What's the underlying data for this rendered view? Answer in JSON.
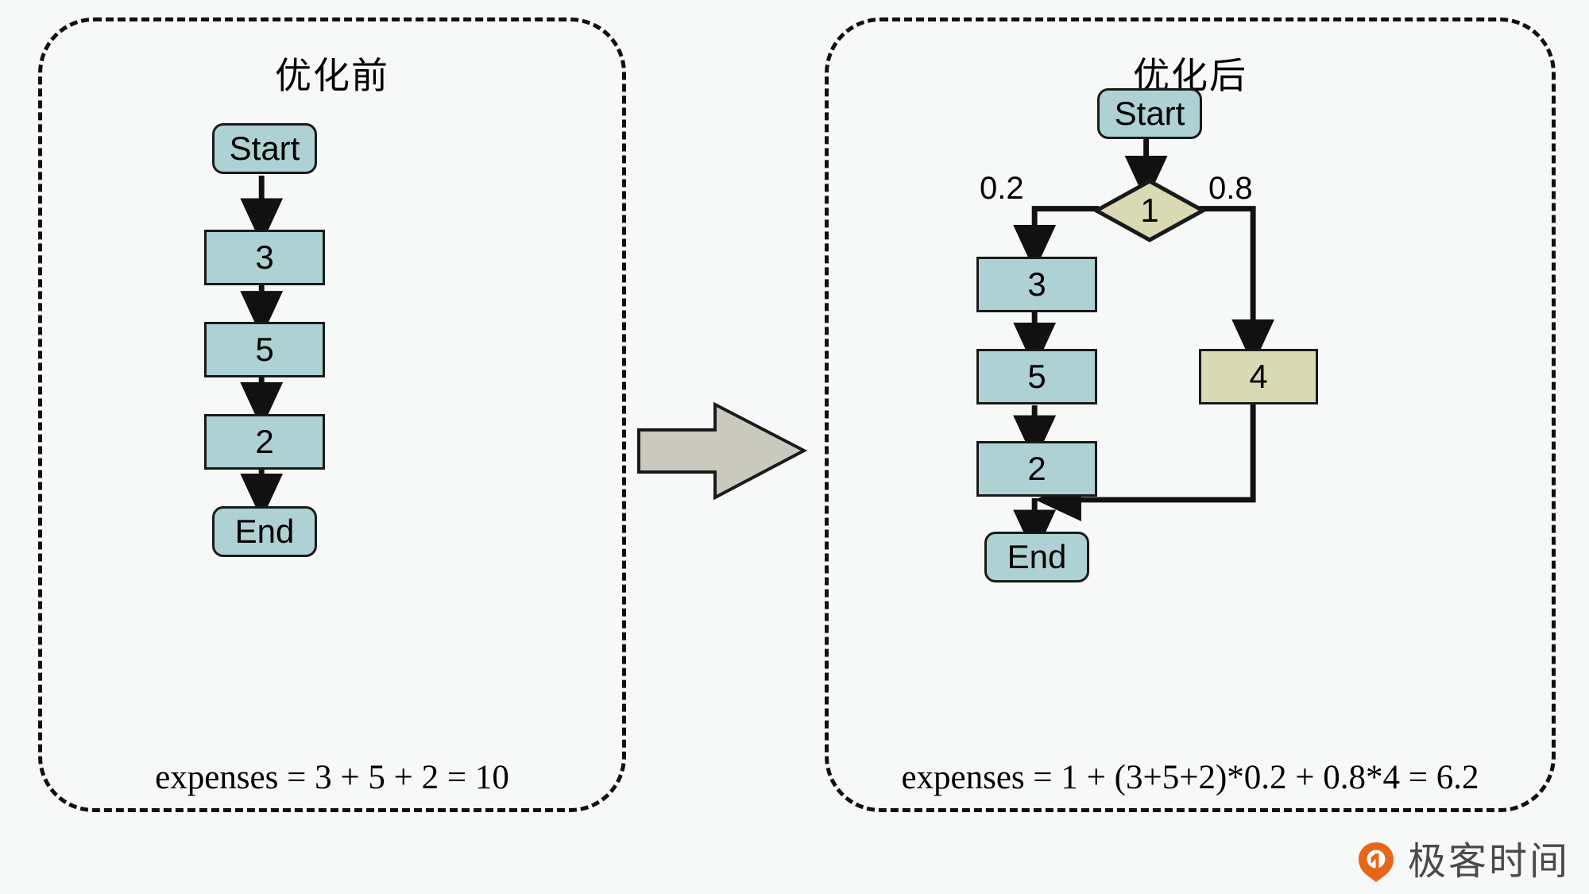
{
  "background_color": "#f7f8f8",
  "colors": {
    "node_teal": "#aed1d4",
    "node_khaki": "#d9d9b3",
    "stroke": "#1a1a1a",
    "transition_arrow": "#c9c9bd",
    "watermark_orange": "#e8661a",
    "watermark_text": "#4a4a4a"
  },
  "panels": {
    "before": {
      "title": "优化前",
      "formula": "expenses = 3 + 5 + 2 = 10",
      "nodes": [
        {
          "id": "start",
          "label": "Start",
          "shape": "rounded",
          "fill": "teal"
        },
        {
          "id": "n3",
          "label": "3",
          "shape": "rect",
          "fill": "teal"
        },
        {
          "id": "n5",
          "label": "5",
          "shape": "rect",
          "fill": "teal"
        },
        {
          "id": "n2",
          "label": "2",
          "shape": "rect",
          "fill": "teal"
        },
        {
          "id": "end",
          "label": "End",
          "shape": "rounded",
          "fill": "teal"
        }
      ],
      "edges": [
        {
          "from": "start",
          "to": "n3",
          "label": ""
        },
        {
          "from": "n3",
          "to": "n5",
          "label": ""
        },
        {
          "from": "n5",
          "to": "n2",
          "label": ""
        },
        {
          "from": "n2",
          "to": "end",
          "label": ""
        }
      ]
    },
    "after": {
      "title": "优化后",
      "formula": "expenses = 1 + (3+5+2)*0.2 + 0.8*4 = 6.2",
      "nodes": [
        {
          "id": "start",
          "label": "Start",
          "shape": "rounded",
          "fill": "teal"
        },
        {
          "id": "decision",
          "label": "1",
          "shape": "diamond",
          "fill": "khaki"
        },
        {
          "id": "n3",
          "label": "3",
          "shape": "rect",
          "fill": "teal"
        },
        {
          "id": "n5",
          "label": "5",
          "shape": "rect",
          "fill": "teal"
        },
        {
          "id": "n2",
          "label": "2",
          "shape": "rect",
          "fill": "teal"
        },
        {
          "id": "n4",
          "label": "4",
          "shape": "rect",
          "fill": "khaki"
        },
        {
          "id": "end",
          "label": "End",
          "shape": "rounded",
          "fill": "teal"
        }
      ],
      "edges": [
        {
          "from": "start",
          "to": "decision",
          "label": ""
        },
        {
          "from": "decision",
          "to": "n3",
          "label": "0.2"
        },
        {
          "from": "decision",
          "to": "n4",
          "label": "0.8"
        },
        {
          "from": "n3",
          "to": "n5",
          "label": ""
        },
        {
          "from": "n5",
          "to": "n2",
          "label": ""
        },
        {
          "from": "n2",
          "to": "end",
          "label": ""
        },
        {
          "from": "n4",
          "to": "end",
          "label": ""
        }
      ]
    }
  },
  "transition": {
    "icon": "right-block-arrow",
    "direction": "right"
  },
  "watermark": {
    "text": "极客时间",
    "logo": "geektime-logo"
  }
}
